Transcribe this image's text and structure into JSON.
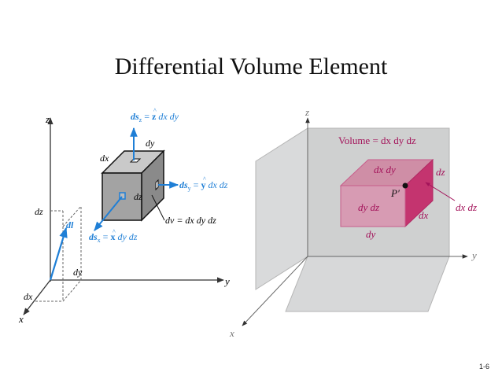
{
  "title": "Differential Volume Element",
  "page_number": "1-6",
  "left_figure": {
    "axis_x": "x",
    "axis_y": "y",
    "axis_z": "z",
    "label_dx_axis": "dx",
    "label_dy_axis": "dy",
    "label_dz_axis": "dz",
    "label_dl": "dl",
    "cube_dx": "dx",
    "cube_dy": "dy",
    "cube_dz": "dz",
    "ds_z": {
      "prefix": "ds",
      "sub": "z",
      "hat": "z",
      "rest": " dx dy"
    },
    "ds_y": {
      "prefix": "ds",
      "sub": "y",
      "hat": "y",
      "rest": " dx dz"
    },
    "ds_x": {
      "prefix": "ds",
      "sub": "x",
      "hat": "x",
      "rest": " dy dz"
    },
    "dv": "dv = dx dy dz"
  },
  "right_figure": {
    "axis_x": "x",
    "axis_y": "y",
    "axis_z": "z",
    "volume": "Volume = dx dy dz",
    "top_face": "dx dy",
    "front_face": "dy dz",
    "dz_edge": "dz",
    "dx_edge": "dx",
    "dy_edge": "dy",
    "point": "P′",
    "side_face": "dx dz"
  },
  "colors": {
    "arrow_blue": "#1f7fd6",
    "magenta": "#a3135a",
    "plane_grey": "#cfd0d0",
    "cube_grey": "#a3a3a3"
  }
}
